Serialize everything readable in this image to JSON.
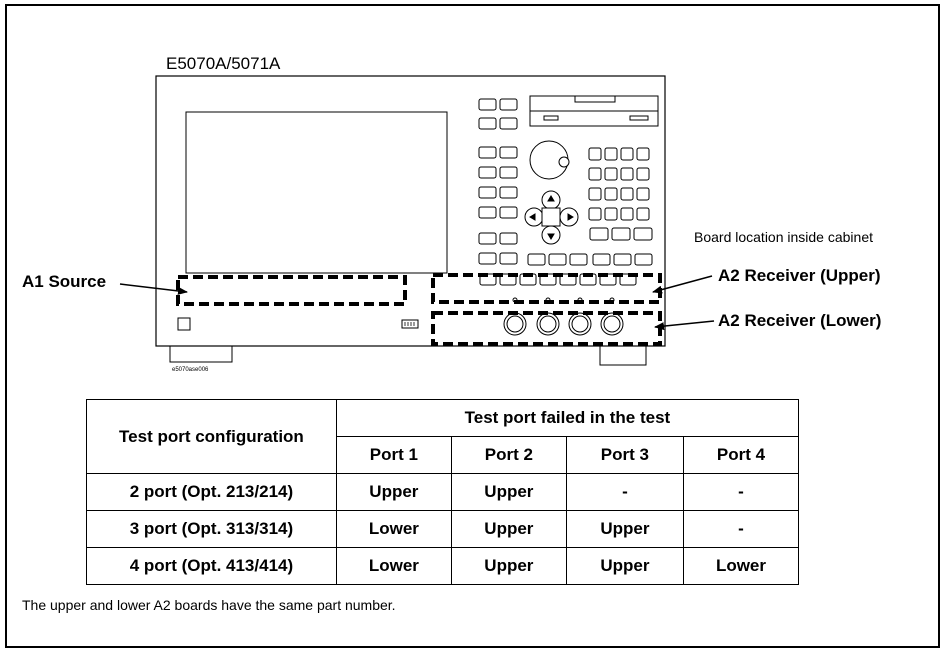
{
  "figure": {
    "model": "E5070A/5071A",
    "image_id": "e5070ase006",
    "board_location_note": "Board location inside cabinet",
    "callouts": {
      "a1_source": "A1 Source",
      "a2_upper": "A2 Receiver (Upper)",
      "a2_lower": "A2 Receiver (Lower)"
    }
  },
  "table": {
    "config_header": "Test port configuration",
    "failed_header": "Test port failed in the test",
    "port_headers": [
      "Port 1",
      "Port 2",
      "Port 3",
      "Port 4"
    ],
    "rows": [
      {
        "config": "2 port (Opt. 213/214)",
        "cells": [
          "Upper",
          "Upper",
          "-",
          "-"
        ]
      },
      {
        "config": "3 port (Opt. 313/314)",
        "cells": [
          "Lower",
          "Upper",
          "Upper",
          "-"
        ]
      },
      {
        "config": "4 port (Opt. 413/414)",
        "cells": [
          "Lower",
          "Upper",
          "Upper",
          "Lower"
        ]
      }
    ]
  },
  "footer_note": "The upper and lower A2 boards have the same part number."
}
